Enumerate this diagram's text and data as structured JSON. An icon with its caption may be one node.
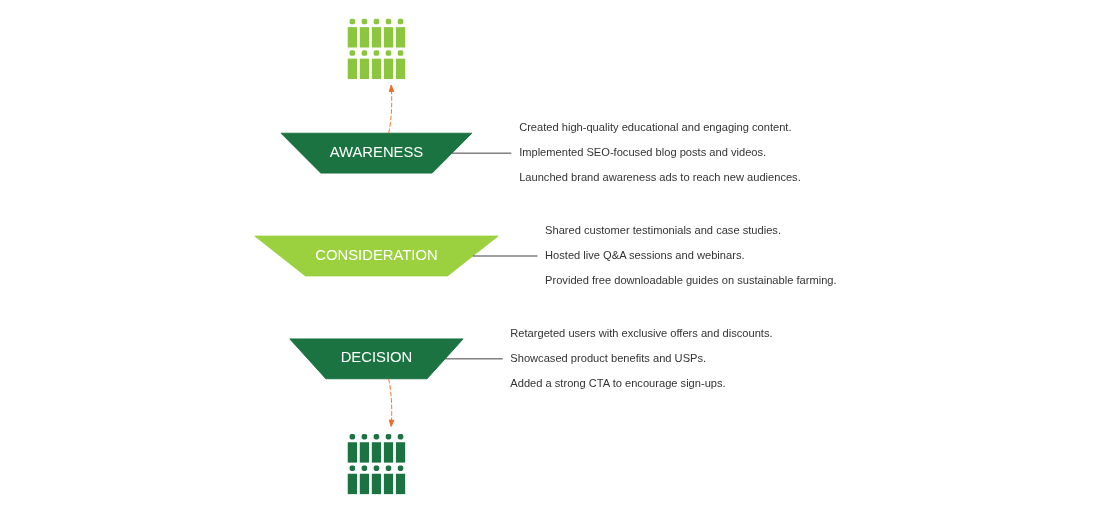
{
  "diagram": {
    "nodes": [
      {
        "text": [],
        "shape": "person"
      },
      {
        "text": [
          "AWARENESS"
        ]
      },
      {
        "text": [
          "Created high-quality educational and engaging content.",
          "Implemented SEO-focused blog posts and videos.",
          "Launched brand awareness ads to reach new audiences."
        ]
      },
      {
        "text": [
          "CONSIDERATION"
        ]
      },
      {
        "text": [
          "Shared customer testimonials and case studies.",
          "Hosted live Q&A sessions and webinars.",
          "Provided free downloadable guides on sustainable farming."
        ]
      },
      {
        "text": [
          "DECISION"
        ]
      },
      {
        "text": [
          "Retargeted users with exclusive offers and discounts.",
          "Showcased product benefits and USPs.",
          "Added a strong CTA to encourage sign-ups."
        ]
      },
      {
        "text": [],
        "shape": "person"
      }
    ],
    "edges": [
      {
        "from": 1,
        "to": 0,
        "arrow": "to",
        "style": "dashed",
        "color": "#f26b21"
      },
      {
        "from": 1,
        "to": 2,
        "arrow": "none"
      },
      {
        "from": 4,
        "to": 3,
        "arrow": "none"
      },
      {
        "from": 5,
        "to": 6,
        "arrow": "none"
      },
      {
        "from": 5,
        "to": 7,
        "arrow": "to",
        "style": "dashed",
        "color": "#f26b21"
      }
    ]
  }
}
